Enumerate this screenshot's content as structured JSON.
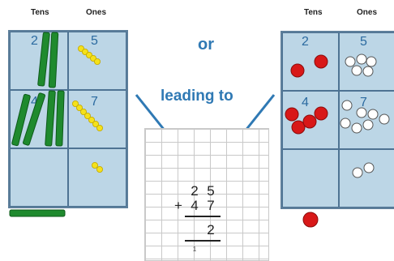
{
  "left_board": {
    "header_tens": "Tens",
    "header_ones": "Ones",
    "row1": {
      "tens": "2",
      "ones": "5"
    },
    "row2": {
      "tens": "4",
      "ones": "7"
    }
  },
  "right_board": {
    "header_tens": "Tens",
    "header_ones": "Ones",
    "row1": {
      "tens": "2",
      "ones": "5"
    },
    "row2": {
      "tens": "4",
      "ones": "7"
    }
  },
  "or_text": "or",
  "leading_text": "leading to",
  "calculation": {
    "top": [
      "2",
      "5"
    ],
    "operator": "+",
    "bottom": [
      "4",
      "7"
    ],
    "result_ones": "2",
    "carry": "1"
  },
  "colors": {
    "rod": "#1f8a2e",
    "unit_cube": "#f5e11a",
    "red_counter": "#d81818",
    "white_counter": "#ffffff",
    "board_fill": "#bcd6e6",
    "text_blue": "#2f79b4",
    "arrow": "#2f79b4"
  }
}
